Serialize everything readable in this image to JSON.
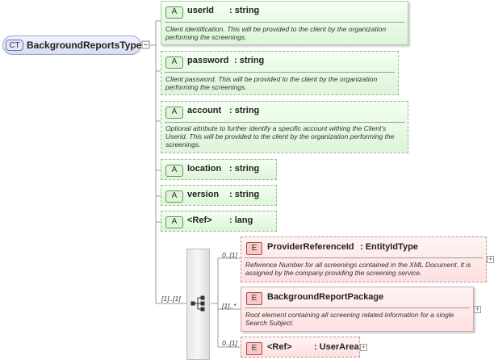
{
  "root": {
    "badge": "CT",
    "name": "BackgroundReportsType"
  },
  "attributes": [
    {
      "badge": "A",
      "name": "userId",
      "type": ": string",
      "doc": "Client identification.  This will be provided to the client by the organization performing the screenings."
    },
    {
      "badge": "A",
      "name": "password",
      "type": ": string",
      "doc": "Client password.  This will be provided to the client by the organization performing the screenings."
    },
    {
      "badge": "A",
      "name": "account",
      "type": ": string",
      "doc": "Optional attribute to further identify a  specific account withing the Client's Userid.  This will be provided to the client by the organization performing the screenings."
    },
    {
      "badge": "A",
      "name": "location",
      "type": ": string"
    },
    {
      "badge": "A",
      "name": "version",
      "type": ": string"
    },
    {
      "badge": "A",
      "name": "<Ref>",
      "type": ": lang"
    }
  ],
  "sequence": {
    "cardinality": "[1]..[1]",
    "icon": "sequence-compositor-icon"
  },
  "elements": [
    {
      "badge": "E",
      "name": "ProviderReferenceId",
      "type": ": EntityIdType",
      "cardinality": "0..[1]",
      "doc": "Reference Number for all screenings contained in the XML Document.  It is assigned by the  company providing the screening service."
    },
    {
      "badge": "E",
      "name": "BackgroundReportPackage",
      "type": "",
      "cardinality": "[1]..*",
      "doc": "Root element containing all screening related information for a single Search Subject."
    },
    {
      "badge": "E",
      "name": "<Ref>",
      "type": ": UserArea",
      "cardinality": "0..[1]"
    }
  ],
  "expand_symbol": "+",
  "colors": {
    "attribute": "#ddf5d8",
    "element": "#fde0e0",
    "complex_type": "#d9dcf3"
  }
}
